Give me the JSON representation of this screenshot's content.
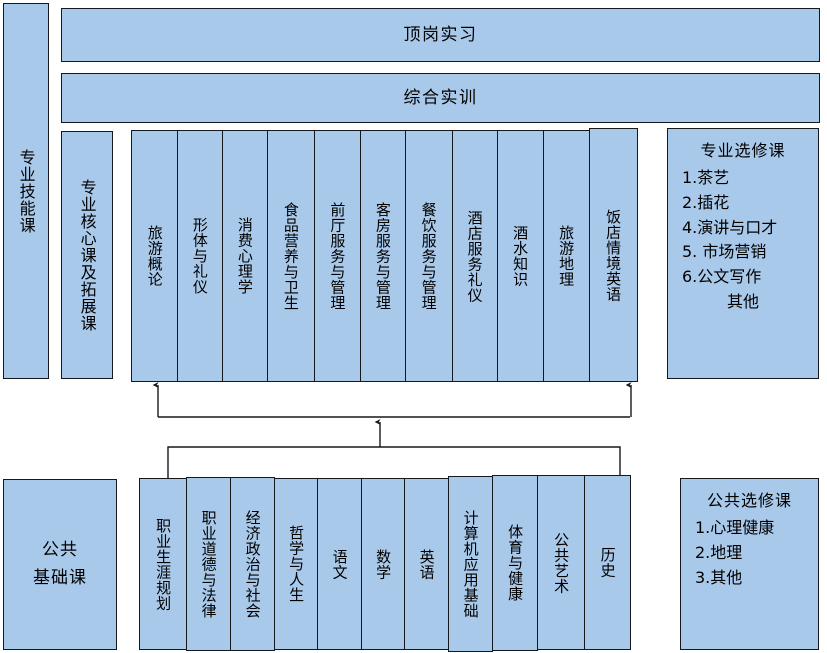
{
  "meta": {
    "fill_color": "#a9c9ea",
    "stroke_color": "#15181c",
    "background": "#ffffff"
  },
  "banners": [
    {
      "label": "顶岗实习"
    },
    {
      "label": "综合实训"
    }
  ],
  "categories": {
    "skill_track": "专业技能课",
    "core_track": "专业核心课及拓展课",
    "public_base_line1": "公共",
    "public_base_line2": "基础课"
  },
  "professional_courses": [
    "旅游概论",
    "形体与礼仪",
    "消费心理学",
    "食品营养与卫生",
    "前厅服务与管理",
    "客房服务与管理",
    "餐饮服务与管理",
    "酒店服务礼仪",
    "酒水知识",
    "旅游地理",
    "饭店情境英语"
  ],
  "public_courses": [
    "职业生涯规划",
    "职业道德与法律",
    "经济政治与社会",
    "哲学与人生",
    "语文",
    "数学",
    "英语",
    "计算机应用基础",
    "体育与健康",
    "公共艺术",
    "历史"
  ],
  "professional_electives": {
    "title": "专业选修课",
    "items": [
      "1.茶艺",
      "2.插花",
      "4.演讲与口才",
      "5. 市场营销",
      "6.公文写作"
    ],
    "trailing": "其他"
  },
  "public_electives": {
    "title": "公共选修课",
    "items": [
      "1.心理健康",
      "2.地理",
      "3.其他"
    ]
  }
}
